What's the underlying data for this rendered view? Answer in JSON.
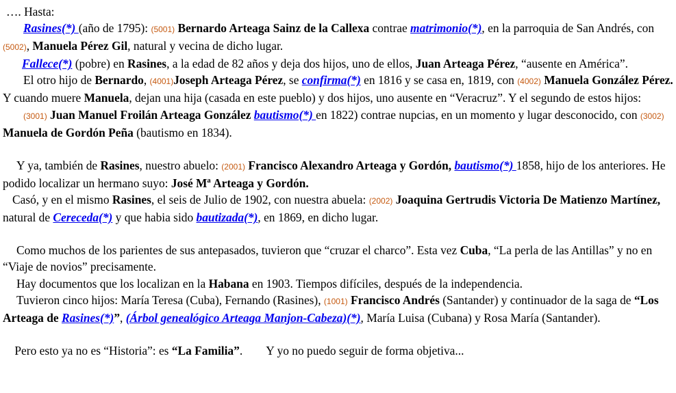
{
  "p1": {
    "t": "…. Hasta:"
  },
  "p2": {
    "link1": "Rasines(*) ",
    "t1": "(año de 1795): ",
    "n1": "(5001)",
    "b1": " Bernardo Arteaga Sainz de la Callexa",
    "t2": " contrae ",
    "link2": "matrimonio(*)",
    "t3": ", en la parroquia de San Andrés, con ",
    "n2": "(5002)",
    "t4": ", ",
    "b2": "Manuela Pérez Gil",
    "t5": ", natural y vecina de dicho lugar."
  },
  "p3": {
    "link1": "Fallece(*)",
    "t1": " (pobre) en ",
    "b1": "Rasines",
    "t2": ", a la edad de 82 años y deja dos hijos, uno de ellos, ",
    "b2": "Juan Arteaga Pérez",
    "t3": ", “ausente en América”."
  },
  "p4": {
    "t1": "El otro hijo de ",
    "b1": "Bernardo",
    "t2": ", ",
    "n1": "(4001)",
    "b2": "Joseph Arteaga Pérez",
    "t3": ", se ",
    "link1": "confirma(*)",
    "t4": " en 1816 y se casa en, 1819,  con ",
    "n2": "(4002)",
    "b3": " Manuela González Pérez.",
    "t5": " Y cuando muere ",
    "b4": "Manuela",
    "t6": ", dejan una hija (casada en este pueblo) y dos hijos, uno ausente en “Veracruz”. Y el segundo de estos hijos:"
  },
  "p5": {
    "n1": "(3001)",
    "b1": " Juan Manuel Froilán Arteaga González",
    "t1": " ",
    "link1": "bautismo(*) ",
    "t2": "en 1822) contrae nupcias, en un momento y lugar desconocido, con ",
    "n2": "(3002)",
    "b2": " Manuela de Gordón Peña",
    "t3": " (bautismo en 1834)."
  },
  "p6": {
    "t1": "Y ya, también de ",
    "b1": "Rasines",
    "t2": ", nuestro abuelo: ",
    "n1": "(2001)",
    "b2": " Francisco Alexandro Arteaga y Gordón,",
    "t3": " ",
    "link1": "bautismo(*) ",
    "t4": "1858, hijo de los anteriores. He podido localizar un hermano suyo: ",
    "b3": "José Mª Arteaga y Gordón."
  },
  "p7": {
    "t1": "Casó, y en el mismo ",
    "b1": "Rasines",
    "t2": ", el seis de Julio de 1902, con nuestra abuela: ",
    "n1": "(2002)",
    "b2": " Joaquina Gertrudis Victoria De Matienzo Martínez,",
    "t3": " natural de ",
    "link1": "Cereceda(*)",
    "t4": " y que habia sido ",
    "link2": "bautizada(*)",
    "t5": ", en 1869, en dicho lugar."
  },
  "p8": {
    "t1": "Como muchos de los parientes de sus antepasados, tuvieron que “cruzar el charco”. Esta vez ",
    "b1": "Cuba",
    "t2": ", “La perla de las Antillas” y no en “Viaje de novios” precisamente."
  },
  "p9": {
    "t1": "Hay documentos que los localizan en la ",
    "b1": "Habana",
    "t2": " en 1903. Tiempos difíciles, después de la independencia."
  },
  "p10": {
    "t1": "Tuvieron cinco hijos: María Teresa (Cuba), Fernando (Rasines), ",
    "n1": "(1001)",
    "b1": " Francisco Andrés",
    "t2": " (Santander) y continuador de la saga de ",
    "b2": "“Los Arteaga de ",
    "link1": "Rasines(*)",
    "b3": "”",
    "t3": ", ",
    "link2": "(Árbol genealógico Arteaga Manjon-Cabeza)(*)",
    "t4": ", María Luisa (Cubana) y Rosa María (Santander)."
  },
  "p11": {
    "t1": "Pero esto ya no es “Historia”: es ",
    "b1": "“La Familia”",
    "t2": ".        Y yo no puedo seguir de forma objetiva..."
  },
  "colors": {
    "link": "#0000ee",
    "ref_number": "#c55a11",
    "text": "#000000"
  }
}
